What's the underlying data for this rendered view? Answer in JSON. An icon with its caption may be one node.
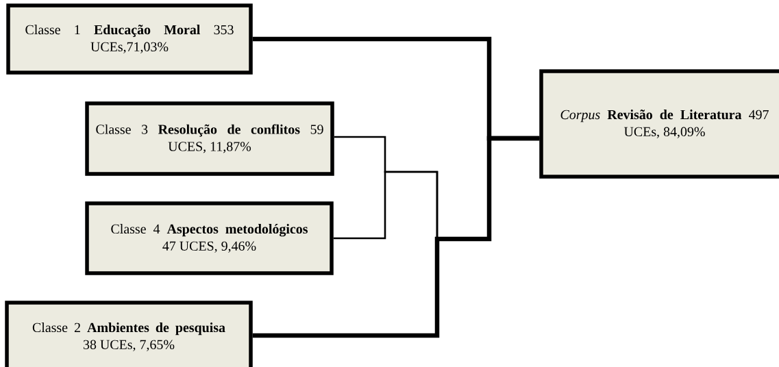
{
  "diagram": {
    "nodes": [
      {
        "text": [
          "Classe 1 **Educação Moral** 353 UCEs,71,03%"
        ]
      },
      {
        "text": [
          "*Corpus* **Revisão de Literatura** 497 UCEs, 84,09%"
        ]
      },
      {
        "text": [
          "Classe 3 **Resolução de conflitos** 59 UCES, 11,87%"
        ]
      },
      {
        "text": [
          "Classe 4 **Aspectos metodológicos** 47 UCES, 9,46%"
        ]
      },
      {
        "text": [
          "Classe 2 **Ambientes de pesquisa** 38 UCEs, 7,65%"
        ]
      }
    ],
    "edges": [
      {
        "from": 0,
        "to": 1,
        "arrow": "none",
        "style": "thick"
      },
      {
        "from": 2,
        "to": 1,
        "arrow": "none"
      },
      {
        "from": 3,
        "to": 1,
        "arrow": "none"
      },
      {
        "from": 4,
        "to": 1,
        "arrow": "none",
        "style": "thick"
      }
    ]
  }
}
